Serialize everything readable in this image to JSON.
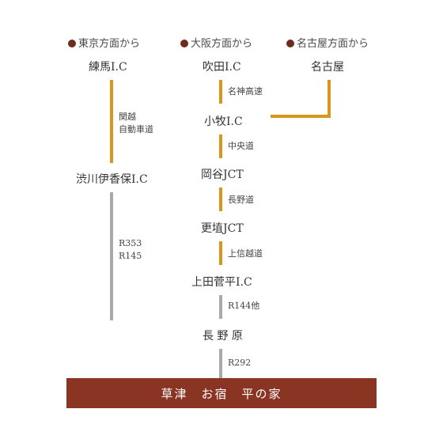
{
  "colors": {
    "dot": "#6b2e1e",
    "orange": "#d9961c",
    "gray": "#a9a9a9",
    "banner": "#8a3424"
  },
  "headers": {
    "tokyo": "東京方面から",
    "osaka": "大阪方面から",
    "nagoya": "名古屋方面から"
  },
  "nodes": {
    "nerima": "練馬I.C",
    "shibukawa": "渋川伊香保I.C",
    "suita": "吹田I.C",
    "komaki": "小牧I.C",
    "okaya": "岡谷JCT",
    "koshoku": "更埴JCT",
    "uedasugadaira": "上田菅平I.C",
    "naganohara": "長 野 原",
    "nagoya": "名古屋"
  },
  "roads": {
    "kanetsu_line1": "関越",
    "kanetsu_line2": "自動車道",
    "r353": "R353",
    "r145": "R145",
    "meishin": "名神高速",
    "chuo": "中央道",
    "nagano": "長野道",
    "joshinetsu": "上信越道",
    "r144": "R144他",
    "r292": "R292"
  },
  "destination": "草津　お宿　平の家"
}
